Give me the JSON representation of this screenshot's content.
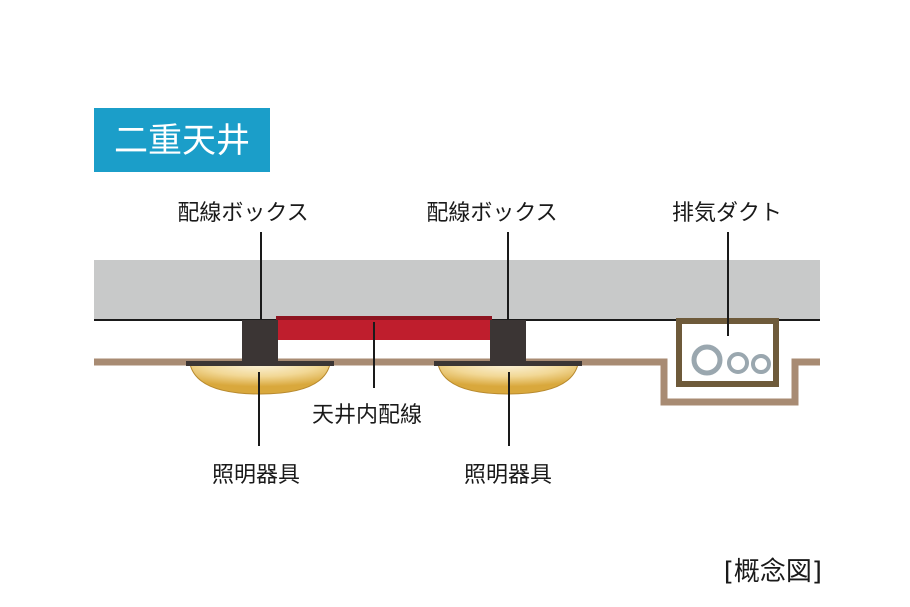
{
  "title": "二重天井",
  "labels": {
    "junction_box_left": "配線ボックス",
    "junction_box_right": "配線ボックス",
    "exhaust_duct": "排気ダクト",
    "ceiling_wiring": "天井内配線",
    "light_left": "照明器具",
    "light_right": "照明器具"
  },
  "note": "[概念図]",
  "colors": {
    "title_bg": "#1b9ec9",
    "slab": "#c8c9c9",
    "ceiling_board": "#a88b73",
    "wiring": "#bf1e2d",
    "box": "#3b3534",
    "light_fill": "#f0cf82",
    "duct_frame": "#6e5a3a",
    "duct_pipe": "#9aa7af"
  }
}
